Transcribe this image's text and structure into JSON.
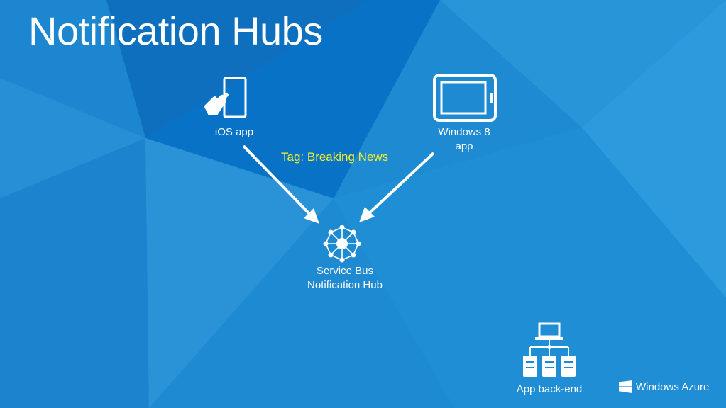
{
  "slide": {
    "title": "Notification Hubs",
    "background_color": "#1E8AD2",
    "tag_color": "#F4F02A"
  },
  "nodes": {
    "ios": {
      "label": "iOS app",
      "icon": "touch-phone-icon"
    },
    "windows": {
      "label_line1": "Windows 8",
      "label_line2": "app",
      "icon": "tablet-icon"
    },
    "hub": {
      "label_line1": "Service Bus",
      "label_line2": "Notification Hub",
      "icon": "hub-network-icon"
    },
    "backend": {
      "label": "App back-end",
      "icon": "server-tree-icon"
    }
  },
  "edges": [
    {
      "from": "ios",
      "to": "hub"
    },
    {
      "from": "windows",
      "to": "hub"
    }
  ],
  "tag": {
    "text": "Tag: Breaking News"
  },
  "branding": {
    "text": "Windows Azure",
    "icon": "windows-logo-icon"
  }
}
